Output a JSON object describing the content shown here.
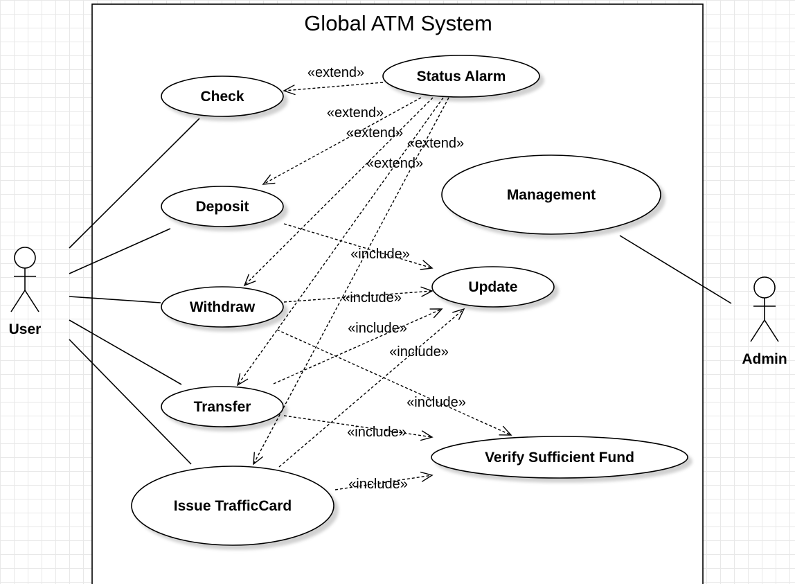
{
  "system": {
    "title": "Global ATM System"
  },
  "actors": [
    {
      "id": "user",
      "label": "User"
    },
    {
      "id": "admin",
      "label": "Admin"
    }
  ],
  "use_cases": [
    {
      "id": "check",
      "label": "Check"
    },
    {
      "id": "status_alarm",
      "label": "Status Alarm"
    },
    {
      "id": "deposit",
      "label": "Deposit"
    },
    {
      "id": "management",
      "label": "Management"
    },
    {
      "id": "update",
      "label": "Update"
    },
    {
      "id": "withdraw",
      "label": "Withdraw"
    },
    {
      "id": "transfer",
      "label": "Transfer"
    },
    {
      "id": "verify_fund",
      "label": "Verify Sufficient Fund"
    },
    {
      "id": "issue_card",
      "label": "Issue TrafficCard"
    }
  ],
  "associations": [
    {
      "actor": "user",
      "use_case": "check"
    },
    {
      "actor": "user",
      "use_case": "deposit"
    },
    {
      "actor": "user",
      "use_case": "withdraw"
    },
    {
      "actor": "user",
      "use_case": "transfer"
    },
    {
      "actor": "user",
      "use_case": "issue_card"
    },
    {
      "actor": "admin",
      "use_case": "management"
    }
  ],
  "extends": [
    {
      "from": "status_alarm",
      "to": "check",
      "label": "«extend»"
    },
    {
      "from": "status_alarm",
      "to": "deposit",
      "label": "«extend»"
    },
    {
      "from": "status_alarm",
      "to": "withdraw",
      "label": "«extend»"
    },
    {
      "from": "status_alarm",
      "to": "transfer",
      "label": "«extend»"
    },
    {
      "from": "status_alarm",
      "to": "issue_card",
      "label": "«extend»"
    }
  ],
  "includes": [
    {
      "from": "deposit",
      "to": "update",
      "label": "«include»"
    },
    {
      "from": "withdraw",
      "to": "update",
      "label": "«include»"
    },
    {
      "from": "transfer",
      "to": "update",
      "label": "«include»"
    },
    {
      "from": "issue_card",
      "to": "update",
      "label": "«include»"
    },
    {
      "from": "withdraw",
      "to": "verify_fund",
      "label": "«include»"
    },
    {
      "from": "transfer",
      "to": "verify_fund",
      "label": "«include»"
    },
    {
      "from": "issue_card",
      "to": "verify_fund",
      "label": "«include»"
    }
  ]
}
